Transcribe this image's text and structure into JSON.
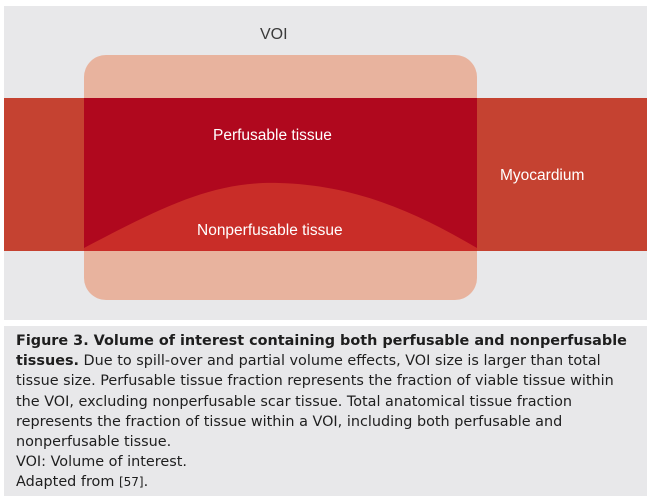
{
  "diagram": {
    "voi_label": "VOI",
    "perfusable_label": "Perfusable tissue",
    "nonperfusable_label": "Nonperfusable tissue",
    "myocardium_label": "Myocardium",
    "colors": {
      "background": "#e8e8ea",
      "myocardium": "#c54231",
      "voi_box": "#e8b39e",
      "perfusable": "#b0081e",
      "nonperfusable": "#c92d28"
    }
  },
  "caption": {
    "figure_title": "Figure 3. Volume of interest containing both perfusable and nonperfusable tissues.",
    "body": " Due to spill-over and partial volume effects, VOI size is larger than total tissue size. Perfusable tissue fraction represents the fraction of viable tissue within the VOI, excluding nonperfusable scar tissue. Total anatomical tissue fraction represents the fraction of tissue within a VOI, including both perfusable and nonperfusable tissue.",
    "abbreviation": "VOI: Volume of interest.",
    "adapted_prefix": "Adapted from ",
    "reference": "[57]",
    "adapted_suffix": "."
  }
}
